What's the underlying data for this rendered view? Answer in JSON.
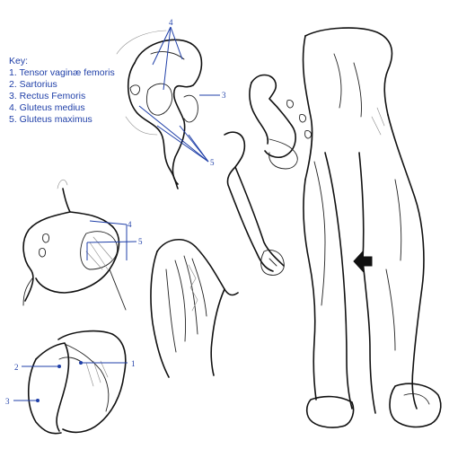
{
  "key": {
    "title": "Key:",
    "items": [
      "1. Tensor vaginæ femoris",
      "2. Sartorius",
      "3. Rectus Femoris",
      "4. Gluteus medius",
      "5. Gluteus maximus"
    ]
  },
  "labels": {
    "top_pelvis_4": "4",
    "top_pelvis_3": "3",
    "top_pelvis_5": "5",
    "left_pelvis_4": "4",
    "left_pelvis_5": "5",
    "hip_1": "1",
    "hip_2": "2",
    "hip_3": "3"
  },
  "colors": {
    "annotation": "#1f3fa8",
    "ink": "#111111",
    "background": "#ffffff"
  },
  "icons": [
    "arrow-pointer-icon"
  ]
}
